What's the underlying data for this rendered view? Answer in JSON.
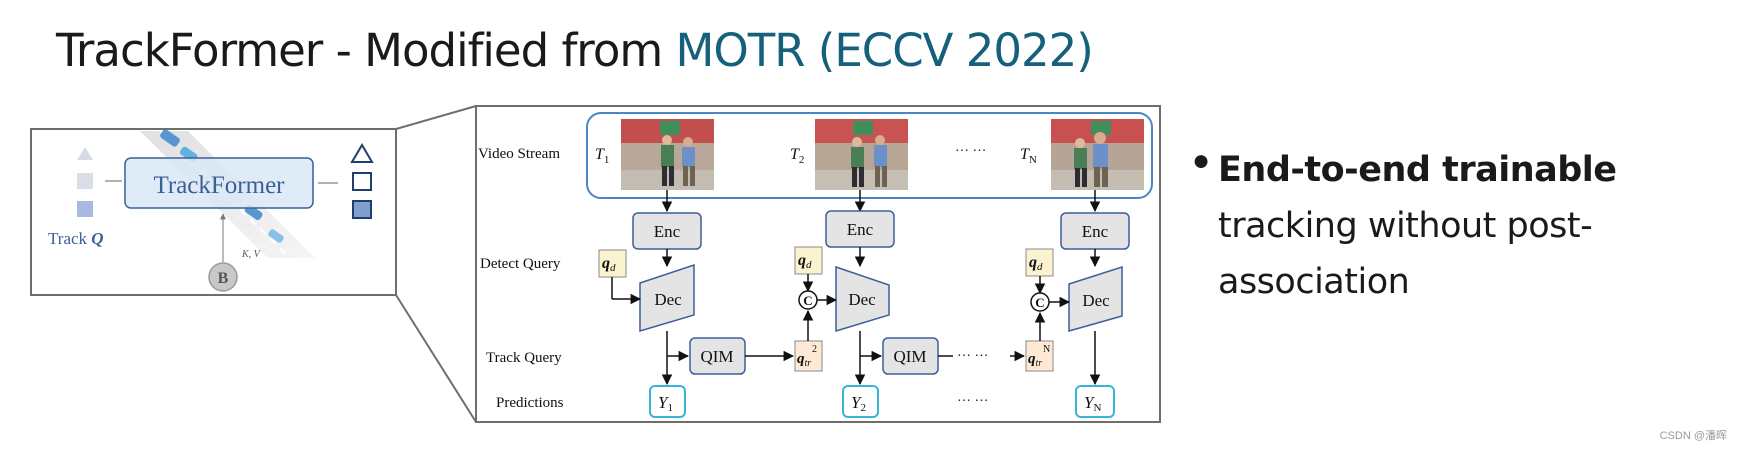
{
  "title": {
    "prefix": "TrackFormer - Modified from ",
    "accent": "MOTR (ECCV 2022)"
  },
  "trackformer_panel": {
    "block_label": "TrackFormer",
    "track_q_label": "Track",
    "track_q_symbol": "Q",
    "kv_label": "K, V",
    "backbone_label": "B"
  },
  "motr": {
    "rows": {
      "video_stream": "Video Stream",
      "detect_query": "Detect Query",
      "track_query": "Track Query",
      "predictions": "Predictions"
    },
    "frames": [
      "T",
      "T",
      "T"
    ],
    "frame_subscripts": [
      "1",
      "2",
      "N"
    ],
    "ellipsis": "···  ···",
    "enc_label": "Enc",
    "dec_label": "Dec",
    "qim_label": "QIM",
    "detect_query_symbol": "q",
    "detect_query_sub": "d",
    "track_query_symbol": "q",
    "track_query_sub": "tr",
    "track_query_sups": [
      "2",
      "N"
    ],
    "concat_symbol": "C",
    "prediction_symbol": "Y",
    "prediction_subs": [
      "1",
      "2",
      "N"
    ]
  },
  "bullet": {
    "bold": "End-to-end trainable",
    "line2": "tracking without post-",
    "line3": "association"
  },
  "watermark": "CSDN @潘晖",
  "colors": {
    "accent": "#15607a",
    "query_fill": "#fbf3cf",
    "track_fill": "#fde9d4",
    "pred_border": "#38b5d6"
  }
}
